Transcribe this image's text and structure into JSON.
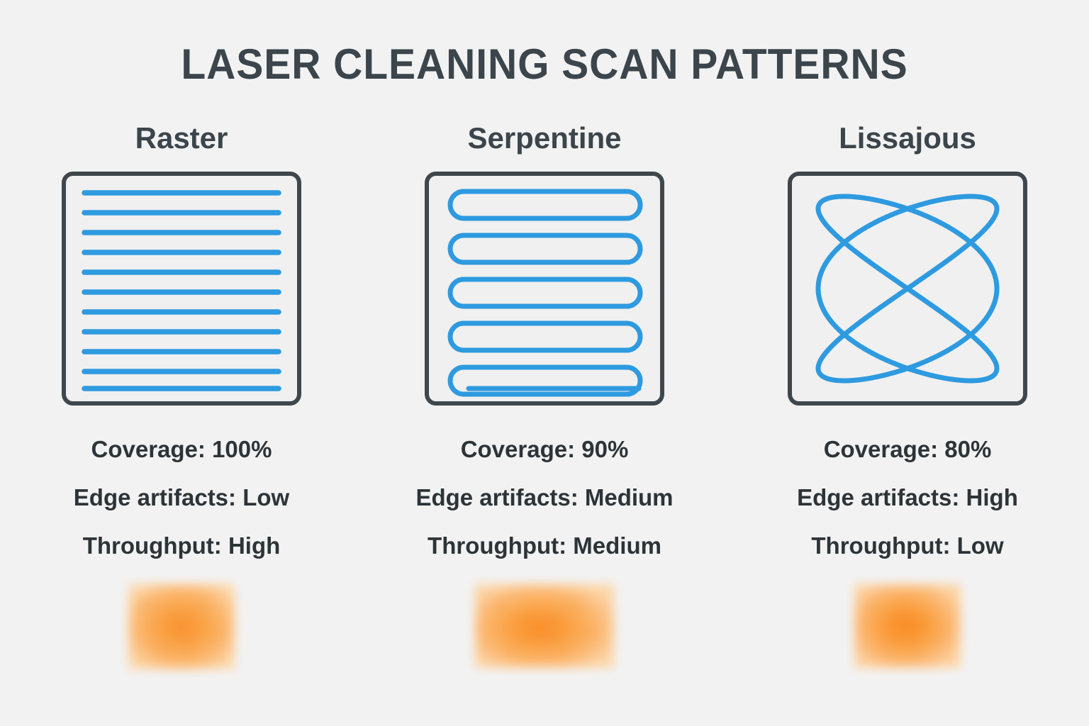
{
  "title": "LASER CLEANING SCAN PATTERNS",
  "background_color": "#f2f2f2",
  "accent_color": "#2e9ae0",
  "border_color": "#3f474c",
  "text_color": "#2d3438",
  "heat_color": "#f79a3c",
  "columns": [
    {
      "name": "raster",
      "heading": "Raster",
      "pattern": "raster-lines",
      "metrics": {
        "coverage": "Coverage: 100%",
        "edge_artifacts": "Edge artifacts: Low",
        "throughput": "Throughput: High"
      },
      "swatch": {
        "width": 150,
        "height": 120
      }
    },
    {
      "name": "serpentine",
      "heading": "Serpentine",
      "pattern": "serpentine-path",
      "metrics": {
        "coverage": "Coverage: 90%",
        "edge_artifacts": "Edge artifacts: Medium",
        "throughput": "Throughput: Medium"
      },
      "swatch": {
        "width": 196,
        "height": 118
      }
    },
    {
      "name": "lissajous",
      "heading": "Lissajous",
      "pattern": "lissajous-curve",
      "metrics": {
        "coverage": "Coverage: 80%",
        "edge_artifacts": "Edge artifacts: High",
        "throughput": "Throughput: Low"
      },
      "swatch": {
        "width": 150,
        "height": 118
      }
    }
  ],
  "chart_data": {
    "type": "table",
    "title": "LASER CLEANING SCAN PATTERNS",
    "categories": [
      "Raster",
      "Serpentine",
      "Lissajous"
    ],
    "series": [
      {
        "name": "Coverage",
        "values": [
          100,
          90,
          80
        ],
        "unit": "%"
      },
      {
        "name": "Edge artifacts",
        "values": [
          "Low",
          "Medium",
          "High"
        ]
      },
      {
        "name": "Throughput",
        "values": [
          "High",
          "Medium",
          "Low"
        ]
      }
    ],
    "pattern_geometry": {
      "raster": {
        "lines": 11,
        "orientation": "horizontal",
        "continuous": false
      },
      "serpentine": {
        "loops": 5,
        "tail_segments": 1,
        "orientation": "horizontal",
        "continuous": true
      },
      "lissajous": {
        "frequency_x": 3,
        "frequency_y": 2,
        "continuous": true,
        "closed": true
      }
    },
    "legend": null,
    "grid": false
  }
}
